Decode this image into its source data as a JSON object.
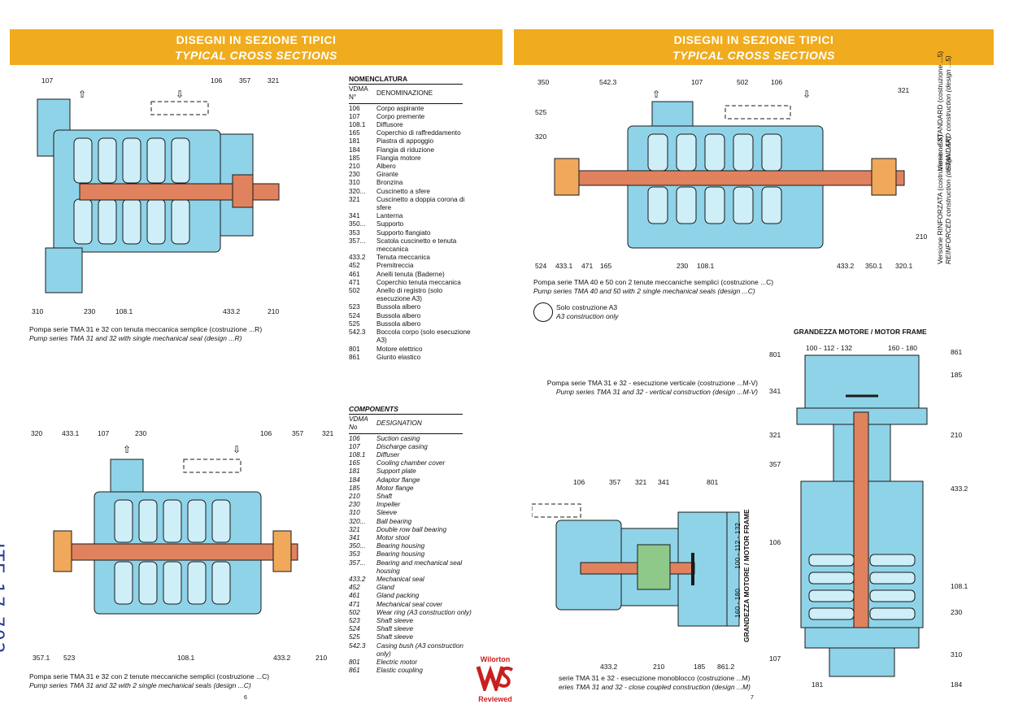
{
  "banner": {
    "it": "DISEGNI IN SEZIONE TIPICI",
    "en": "TYPICAL CROSS SECTIONS"
  },
  "left": {
    "page_number": "6",
    "fig1": {
      "labels": [
        "107",
        "106",
        "357",
        "321",
        "310",
        "230",
        "108.1",
        "433.2",
        "210"
      ],
      "caption_it": "Pompa serie TMA 31 e 32 con tenuta meccanica semplice (costruzione ...R)",
      "caption_en": "Pump series TMA 31 and 32 with single mechanical seal (design ...R)"
    },
    "fig2": {
      "labels": [
        "320",
        "433.1",
        "107",
        "230",
        "106",
        "357",
        "321",
        "357.1",
        "523",
        "108.1",
        "433.2",
        "210"
      ],
      "caption_it": "Pompa serie TMA 31 e 32 con 2 tenute meccaniche semplici (costruzione ...C)",
      "caption_en": "Pump series TMA 31 and 32 with 2 single mechanical seals (design ...C)"
    },
    "margin_note": "ITE 17 702"
  },
  "nomenclature": {
    "title": "NOMENCLATURA",
    "col1": "VDMA N°",
    "col2": "DENOMINAZIONE",
    "rows": [
      [
        "106",
        "Corpo aspirante"
      ],
      [
        "107",
        "Corpo premente"
      ],
      [
        "108.1",
        "Diffusore"
      ],
      [
        "165",
        "Coperchio di raffreddamento"
      ],
      [
        "181",
        "Piastra di appoggio"
      ],
      [
        "184",
        "Flangia di riduzione"
      ],
      [
        "185",
        "Flangia motore"
      ],
      [
        "210",
        "Albero"
      ],
      [
        "230",
        "Girante"
      ],
      [
        "310",
        "Bronzina"
      ],
      [
        "320...",
        "Cuscinetto a sfere"
      ],
      [
        "321",
        "Cuscinetto a doppia corona di sfere"
      ],
      [
        "341",
        "Lanterna"
      ],
      [
        "350...",
        "Supporto"
      ],
      [
        "353",
        "Supporto flangiato"
      ],
      [
        "357...",
        "Scatola cuscinetto e tenuta meccanica"
      ],
      [
        "433.2",
        "Tenuta meccanica"
      ],
      [
        "452",
        "Premitreccia"
      ],
      [
        "461",
        "Anelli tenuta (Baderne)"
      ],
      [
        "471",
        "Coperchio tenuta meccanica"
      ],
      [
        "502",
        "Anello di registro (solo esecuzione A3)"
      ],
      [
        "523",
        "Bussola albero"
      ],
      [
        "524",
        "Bussola albero"
      ],
      [
        "525",
        "Bussola albero"
      ],
      [
        "542.3",
        "Boccola corpo (solo esecuzione A3)"
      ],
      [
        "801",
        "Motore elettrico"
      ],
      [
        "861",
        "Giunto elastico"
      ]
    ]
  },
  "components": {
    "title": "COMPONENTS",
    "col1": "VDMA No",
    "col2": "DESIGNATION",
    "rows": [
      [
        "106",
        "Suction casing"
      ],
      [
        "107",
        "Discharge casing"
      ],
      [
        "108.1",
        "Diffuser"
      ],
      [
        "165",
        "Cooling chamber cover"
      ],
      [
        "181",
        "Support plate"
      ],
      [
        "184",
        "Adaptor flange"
      ],
      [
        "185",
        "Motor flange"
      ],
      [
        "210",
        "Shaft"
      ],
      [
        "230",
        "Impeller"
      ],
      [
        "310",
        "Sleeve"
      ],
      [
        "320...",
        "Ball bearing"
      ],
      [
        "321",
        "Double row ball bearing"
      ],
      [
        "341",
        "Motor stool"
      ],
      [
        "350...",
        "Bearing housing"
      ],
      [
        "353",
        "Bearing housing"
      ],
      [
        "357...",
        "Bearing and mechanical seal housing"
      ],
      [
        "433.2",
        "Mechanical seal"
      ],
      [
        "452",
        "Gland"
      ],
      [
        "461",
        "Gland packing"
      ],
      [
        "471",
        "Mechanical seal cover"
      ],
      [
        "502",
        "Wear ring (A3 construction only)"
      ],
      [
        "523",
        "Shaft sleeve"
      ],
      [
        "524",
        "Shaft sleeve"
      ],
      [
        "525",
        "Shaft sleeve"
      ],
      [
        "542.3",
        "Casing bush (A3 construction only)"
      ],
      [
        "801",
        "Electric motor"
      ],
      [
        "861",
        "Elastic coupling"
      ]
    ]
  },
  "right": {
    "page_number": "7",
    "fig3": {
      "labels": [
        "350",
        "542.3",
        "107",
        "502",
        "106",
        "321",
        "525",
        "320",
        "210",
        "524",
        "433.1",
        "471",
        "165",
        "230",
        "108.1",
        "433.2",
        "350.1",
        "320.1"
      ],
      "caption_it": "Pompa serie TMA 40 e 50 con 2 tenute meccaniche semplici (costruzione ...C)",
      "caption_en": "Pump series TMA 40 and 50 with 2 single mechanical seals (design ...C)",
      "legend_it": "Solo costruzione A3",
      "legend_en": "A3 construction only",
      "version_std_it": "Versione STANDARD (costruzione ...5)",
      "version_std_en": "STANDARD construction (design ...5)",
      "version_rinf_it": "Versione RINFORZATA (costruzione ...5X)",
      "version_rinf_en": "REINFORCED construction (design ...5X)"
    },
    "fig4": {
      "caption_it": "Pompa serie TMA 31 e 32 - esecuzione verticale (costruzione ...M-V)",
      "caption_en": "Pump series TMA 31 and 32 - vertical construction (design ...M-V)",
      "frame_title": "GRANDEZZA MOTORE / MOTOR FRAME",
      "frame_a": "100 - 112 - 132",
      "frame_b": "160 - 180",
      "labels": [
        "801",
        "861",
        "185",
        "341",
        "210",
        "321",
        "357",
        "433.2",
        "106",
        "108.1",
        "230",
        "310",
        "107",
        "181",
        "184"
      ]
    },
    "fig5": {
      "labels": [
        "106",
        "357",
        "321",
        "341",
        "801",
        "433.2",
        "210",
        "185",
        "861.2"
      ],
      "frame_label": "GRANDEZZA MOTORE / MOTOR FRAME",
      "frame_a": "100 - 112 - 132",
      "frame_b": "160 - 180",
      "caption_it": "serie TMA 31 e 32 - esecuzione monoblocco (costruzione ...M)",
      "caption_en": "eries TMA 31 and 32 - close coupled construction (design ...M)"
    },
    "stamp": {
      "top": "Wilorton",
      "bottom": "Reviewed"
    }
  },
  "colors": {
    "banner": "#f0ac1e",
    "casing": "#8fd3e8",
    "shaft": "#e0825e",
    "stamp": "#c8201e",
    "dark": "#1a1a1a"
  }
}
